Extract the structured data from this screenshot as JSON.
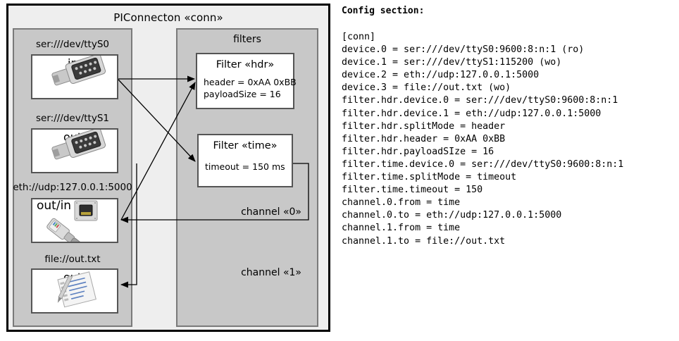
{
  "diagram": {
    "outer": {
      "title": "PIConnecton «conn»"
    },
    "devices_panel": {
      "title": "",
      "devices": [
        {
          "label": "ser:///dev/ttyS0",
          "word": "in",
          "icon": "serial-db9-icon"
        },
        {
          "label": "ser:///dev/ttyS1",
          "word": "out",
          "icon": "serial-db9-icon"
        },
        {
          "label": "eth://udp:127.0.0.1:5000",
          "word": "out/in",
          "icon": "ethernet-jack-icon"
        },
        {
          "label": "file://out.txt",
          "word": "out",
          "icon": "text-file-pen-icon"
        }
      ]
    },
    "filters_panel": {
      "title": "filters",
      "filters": [
        {
          "title": "Filter «hdr»",
          "props": [
            "header = 0xAA 0xBB",
            "payloadSize = 16"
          ]
        },
        {
          "title": "Filter «time»",
          "props": [
            "timeout = 150 ms"
          ]
        }
      ]
    },
    "channels": [
      {
        "label": "channel «0»"
      },
      {
        "label": "channel «1»"
      }
    ]
  },
  "config": {
    "heading": "Config section:",
    "lines": [
      "[conn]",
      "device.0 = ser:///dev/ttyS0:9600:8:n:1 (ro)",
      "device.1 = ser:///dev/ttyS1:115200 (wo)",
      "device.2 = eth://udp:127.0.0.1:5000",
      "device.3 = file://out.txt (wo)",
      "filter.hdr.device.0 = ser:///dev/ttyS0:9600:8:n:1",
      "filter.hdr.device.1 = eth://udp:127.0.0.1:5000",
      "filter.hdr.splitMode = header",
      "filter.hdr.header = 0xAA 0xBB",
      "filter.hdr.payloadSIze = 16",
      "filter.time.device.0 = ser:///dev/ttyS0:9600:8:n:1",
      "filter.time.splitMode = timeout",
      "filter.time.timeout = 150",
      "channel.0.from = time",
      "channel.0.to = eth://udp:127.0.0.1:5000",
      "channel.1.from = time",
      "channel.1.to = file://out.txt"
    ]
  },
  "colors": {
    "outer_bg": "#eeeeee",
    "panel_bg": "#c8c8c8",
    "card_bg": "#ffffff",
    "stroke": "#000000",
    "panel_border": "#7a7a7a"
  }
}
